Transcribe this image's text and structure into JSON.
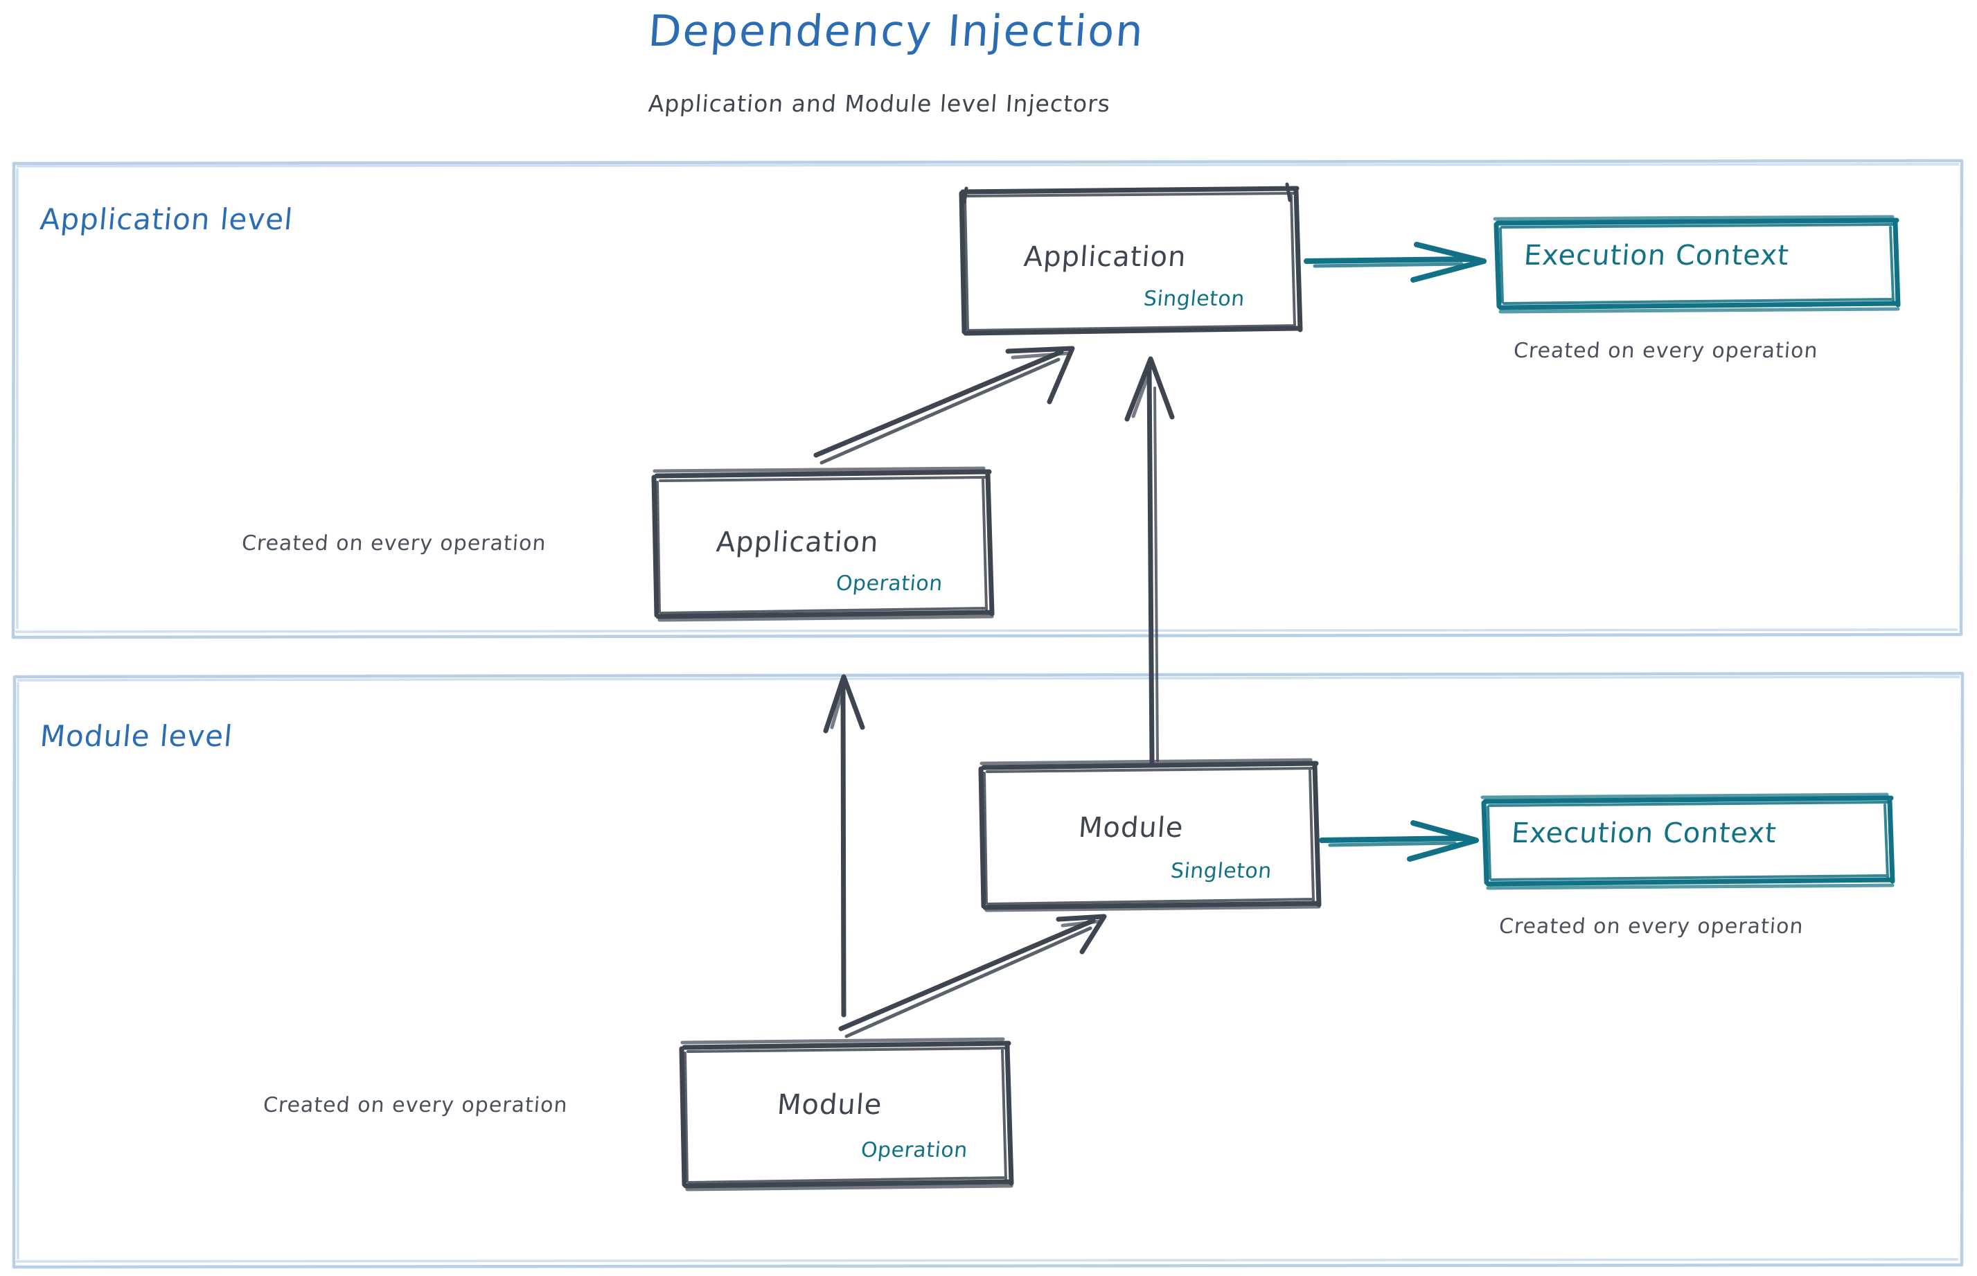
{
  "header": {
    "title": "Dependency Injection",
    "subtitle": "Application and Module level Injectors",
    "title_color": "#2a6db5",
    "subtitle_color": "#3d4550"
  },
  "colors": {
    "blue": "#2a6db5",
    "teal": "#117185",
    "ink": "#3d4550",
    "lane_border": "#b9cfe8",
    "background": "#ffffff"
  },
  "lanes": [
    {
      "id": "application-level",
      "label": "Application level",
      "nodes": [
        {
          "id": "application-singleton",
          "title": "Application",
          "scope": "Singleton",
          "style": "ink"
        },
        {
          "id": "application-operation",
          "title": "Application",
          "scope": "Operation",
          "style": "ink",
          "caption": "Created on every operation"
        },
        {
          "id": "execution-context-application",
          "title": "Execution Context",
          "style": "teal",
          "caption": "Created on every operation"
        }
      ]
    },
    {
      "id": "module-level",
      "label": "Module level",
      "nodes": [
        {
          "id": "module-singleton",
          "title": "Module",
          "scope": "Singleton",
          "style": "ink"
        },
        {
          "id": "module-operation",
          "title": "Module",
          "scope": "Operation",
          "style": "ink",
          "caption": "Created on every operation"
        },
        {
          "id": "execution-context-module",
          "title": "Execution Context",
          "style": "teal",
          "caption": "Created on every operation"
        }
      ]
    }
  ],
  "edges": [
    {
      "id": "app-singleton-to-exec-ctx",
      "from": "application-singleton",
      "to": "execution-context-application",
      "color": "teal"
    },
    {
      "id": "app-operation-to-app-singleton",
      "from": "application-operation",
      "to": "application-singleton",
      "color": "ink"
    },
    {
      "id": "module-singleton-to-app-singleton",
      "from": "module-singleton",
      "to": "application-singleton",
      "color": "ink"
    },
    {
      "id": "module-singleton-to-exec-ctx",
      "from": "module-singleton",
      "to": "execution-context-module",
      "color": "teal"
    },
    {
      "id": "module-operation-to-module-singleton",
      "from": "module-operation",
      "to": "module-singleton",
      "color": "ink"
    },
    {
      "id": "module-operation-to-application-lane",
      "from": "module-operation",
      "to": "application-level",
      "color": "ink"
    }
  ],
  "labels": {
    "app_singleton_title": "Application",
    "app_singleton_scope": "Singleton",
    "app_operation_title": "Application",
    "app_operation_scope": "Operation",
    "app_operation_caption": "Created on every operation",
    "exec_ctx_app_title": "Execution Context",
    "exec_ctx_app_caption": "Created on every operation",
    "module_singleton_title": "Module",
    "module_singleton_scope": "Singleton",
    "module_operation_title": "Module",
    "module_operation_scope": "Operation",
    "module_operation_caption": "Created on every operation",
    "exec_ctx_module_title": "Execution Context",
    "exec_ctx_module_caption": "Created on every operation",
    "lane_application": "Application level",
    "lane_module": "Module level"
  }
}
